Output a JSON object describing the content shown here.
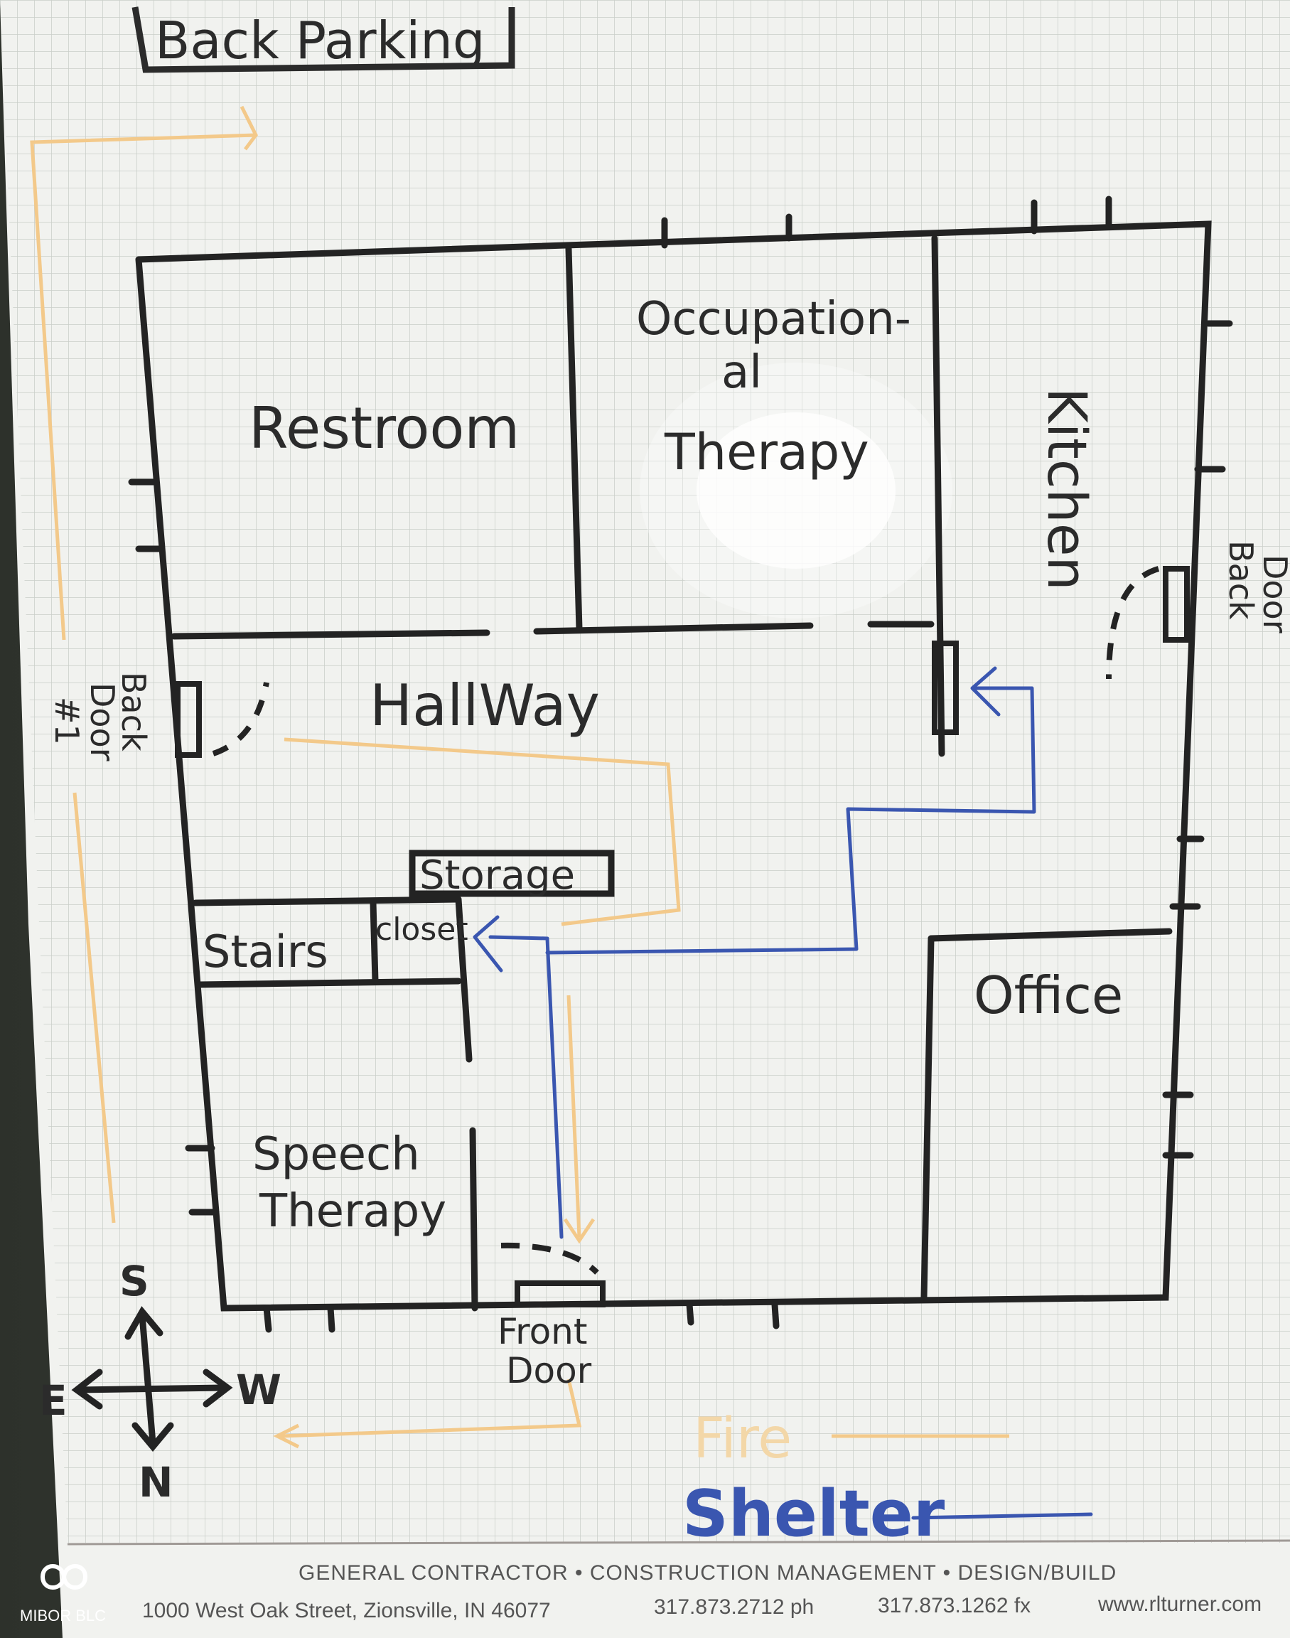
{
  "title": "Back Parking",
  "rooms": {
    "restroom": "Restroom",
    "occupational_line1": "Occupation-",
    "occupational_line2": "al",
    "occupational_line3": "Therapy",
    "kitchen": "Kitchen",
    "hallway": "HallWay",
    "storage": "Storage",
    "closet": "closet",
    "stairs": "Stairs",
    "office": "Office",
    "speech_line1": "Speech",
    "speech_line2": "Therapy"
  },
  "doors": {
    "back_door_1_line1": "Back",
    "back_door_1_line2": "Door",
    "back_door_1_line3": "#1",
    "back_door_line1": "Back",
    "back_door_line2": "Door",
    "front_line1": "Front",
    "front_line2": "Door"
  },
  "compass": {
    "s": "S",
    "e": "E",
    "w": "W",
    "n": "N"
  },
  "legend": {
    "fire": "Fire",
    "shelter": "Shelter",
    "fire_color": "#f3c98a",
    "shelter_color": "#3a56b0"
  },
  "footer": {
    "tagline": "GENERAL CONTRACTOR • CONSTRUCTION MANAGEMENT • DESIGN/BUILD",
    "address": "1000 West Oak Street, Zionsville, IN 46077",
    "phone": "317.873.2712 ph",
    "fax": "317.873.1262 fx",
    "website": "www.rlturner.com"
  },
  "watermark": "MIBOR BLC"
}
